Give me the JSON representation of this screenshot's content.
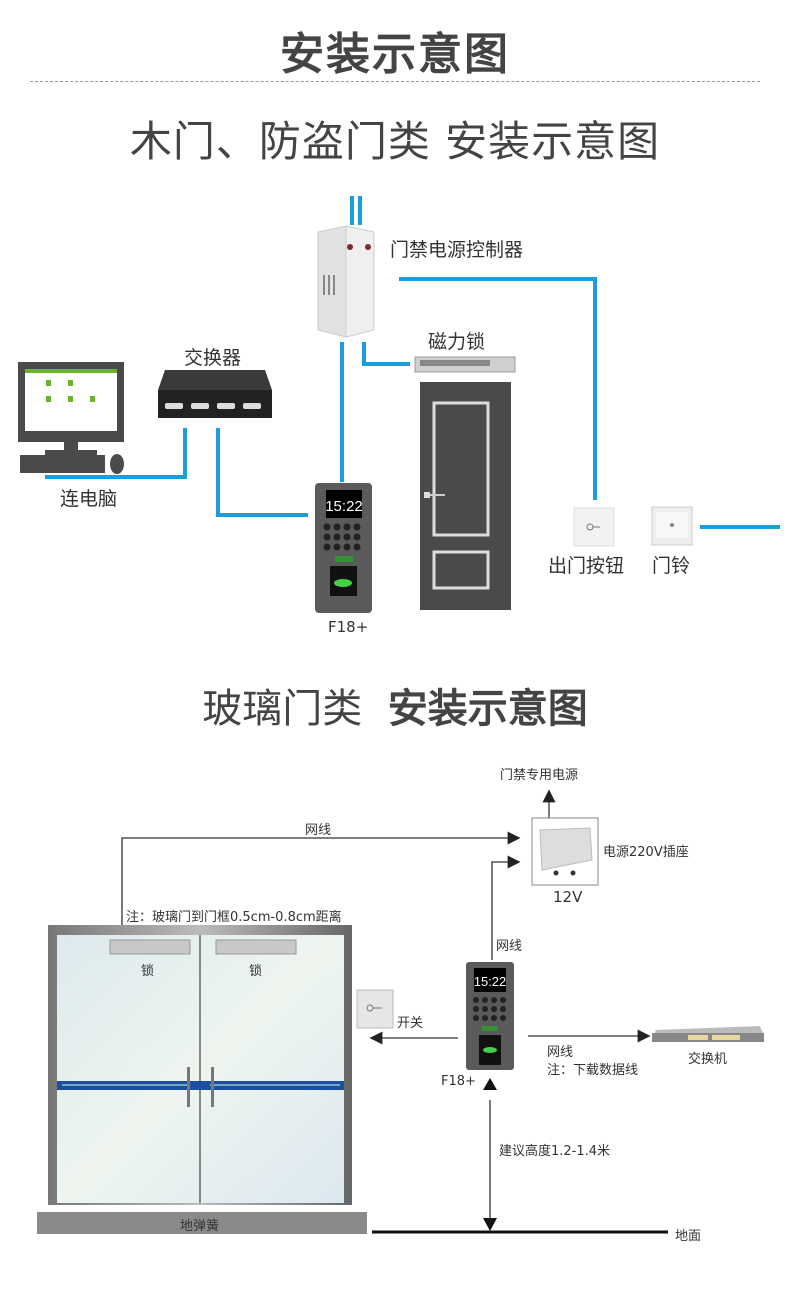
{
  "header": {
    "title": "安装示意图"
  },
  "wood_section": {
    "title": "木门、防盗门类 安装示意图",
    "labels": {
      "controller": "门禁电源控制器",
      "switch": "交换器",
      "computer": "连电脑",
      "maglock": "磁力锁",
      "exit_button": "出门按钮",
      "doorbell": "门铃",
      "device": "F18+"
    },
    "device_screen_time": "15:22",
    "wire_color": "#1a9fd8"
  },
  "glass_section": {
    "title_light": "玻璃门类",
    "title_bold": "安装示意图",
    "labels": {
      "power_dedicated": "门禁专用电源",
      "network_top": "网线",
      "power_socket": "电源220V插座",
      "voltage": "12V",
      "note_gap": "注：玻璃门到门框0.5cm-0.8cm距离",
      "lock_left": "锁",
      "lock_right": "锁",
      "network_vertical": "网线",
      "switch_button": "开关",
      "device": "F18+",
      "network_right": "网线",
      "note_download": "注：下载数据线",
      "switch": "交换机",
      "height": "建议高度1.2-1.4米",
      "floor_spring": "地弹簧",
      "ground": "地面"
    },
    "device_screen_time": "15:22"
  }
}
